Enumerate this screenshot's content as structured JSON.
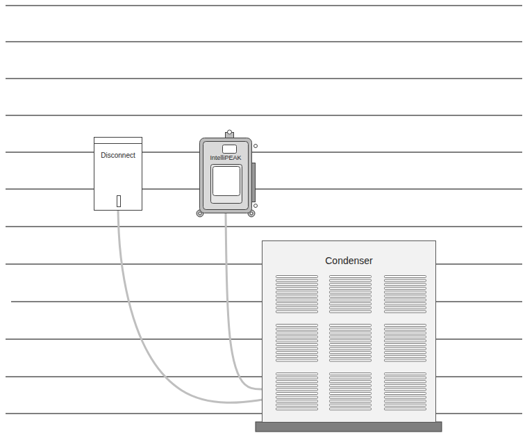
{
  "diagram": {
    "nodes": [
      {
        "text": [
          "Disconnect"
        ]
      },
      {
        "text": [
          "IntelliPEAK"
        ]
      },
      {
        "text": [
          "Condenser"
        ]
      }
    ],
    "edges": [
      {
        "from": 0,
        "to": 2,
        "arrow": "none"
      },
      {
        "from": 1,
        "to": 2,
        "arrow": "none"
      }
    ]
  }
}
